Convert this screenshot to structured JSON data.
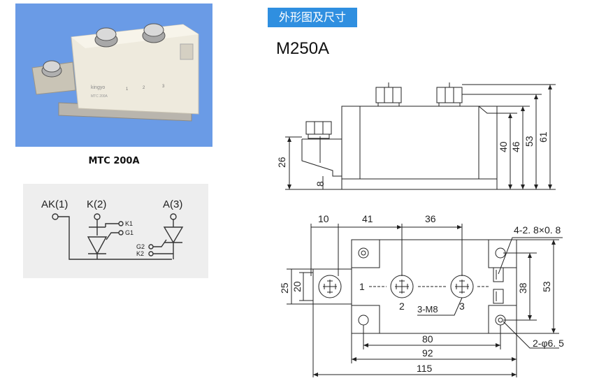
{
  "photo": {
    "brand_text": "kingyo",
    "module_text": "MTC 200A",
    "pin_labels": [
      "1",
      "2",
      "3"
    ],
    "caption": "MTC 200A",
    "background_color": "#6a9be6"
  },
  "schematic": {
    "terminals": [
      "AK(1)",
      "K(2)",
      "A(3)"
    ],
    "gate_labels": [
      "K1",
      "G1",
      "G2",
      "K2"
    ]
  },
  "section": {
    "title": "外形图及尺寸",
    "color": "#2f8fe0"
  },
  "model": "M250A",
  "side_view": {
    "dims": [
      "26",
      "8",
      "40",
      "46",
      "53",
      "61"
    ]
  },
  "top_view": {
    "dims": [
      "10",
      "41",
      "36",
      "25",
      "20",
      "38",
      "53",
      "80",
      "92",
      "115"
    ],
    "labels": {
      "holes": "4-2. 8×0. 8",
      "mount": "2-φ6. 5",
      "screws": "3-M8",
      "pins": [
        "1",
        "2",
        "3"
      ]
    }
  }
}
